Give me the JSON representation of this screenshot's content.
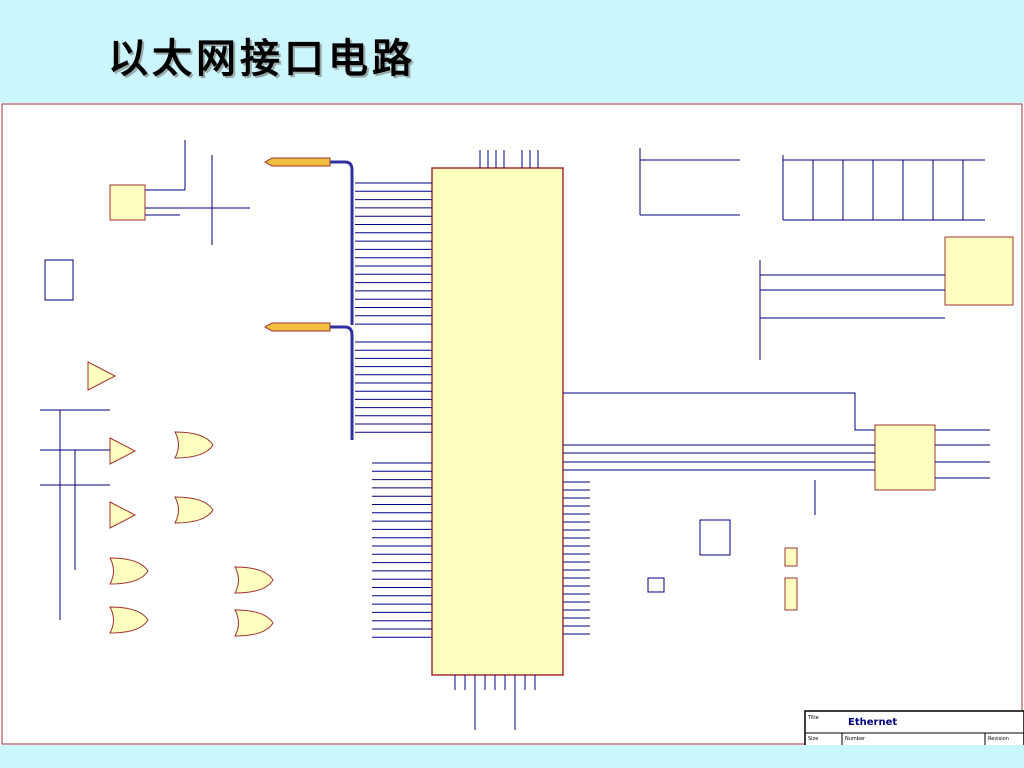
{
  "slide": {
    "title": "以太网接口电路"
  },
  "schematic": {
    "title_block": {
      "title_label": "Title",
      "title_value": "Ethernet",
      "size_label": "Size",
      "number_label": "Number",
      "revision_label": "Revision"
    },
    "colors": {
      "wire": "#000080",
      "component": "#a03030",
      "ic_fill": "#ffffc0",
      "label": "#c00000",
      "bus": "#3030a0"
    }
  }
}
